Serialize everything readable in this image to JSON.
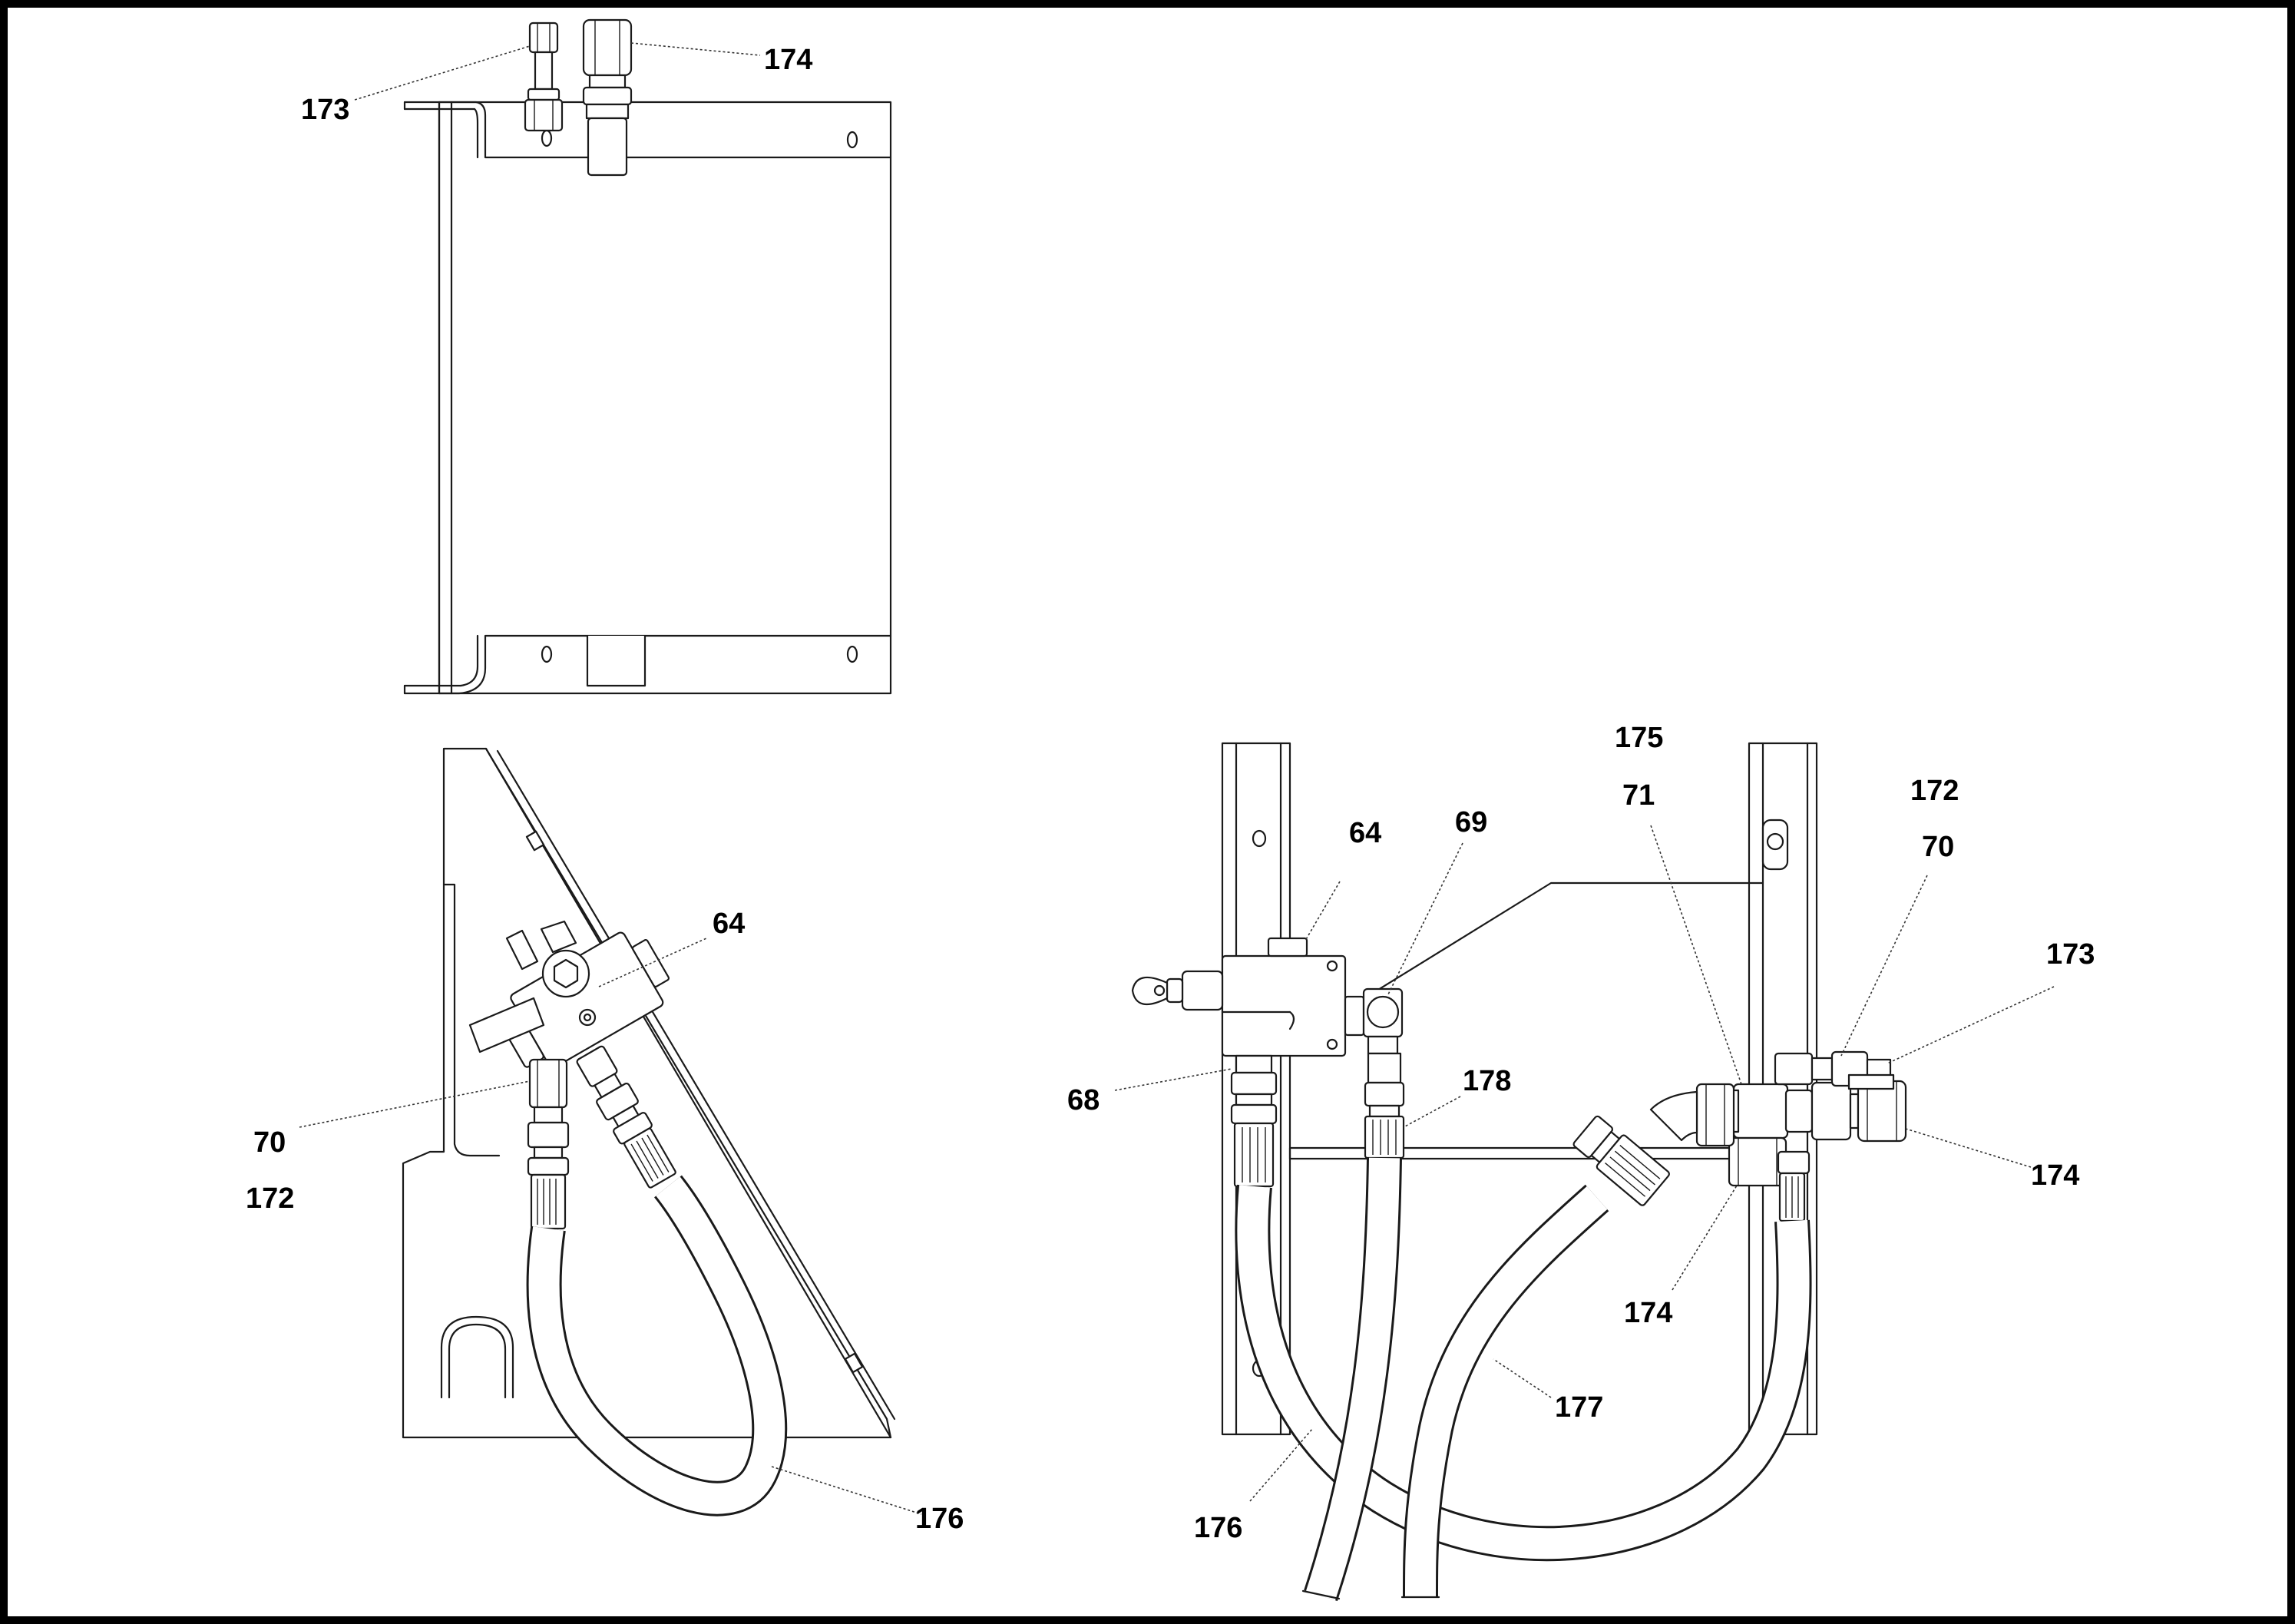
{
  "diagram": {
    "views": [
      {
        "id": "top-view",
        "callouts": [
          {
            "id": "tv-173",
            "label": "173"
          },
          {
            "id": "tv-174",
            "label": "174"
          }
        ]
      },
      {
        "id": "side-view",
        "callouts": [
          {
            "id": "sv-64",
            "label": "64"
          },
          {
            "id": "sv-70",
            "label": "70"
          },
          {
            "id": "sv-172",
            "label": "172"
          },
          {
            "id": "sv-176",
            "label": "176"
          }
        ]
      },
      {
        "id": "front-view",
        "callouts": [
          {
            "id": "fv-175",
            "label": "175"
          },
          {
            "id": "fv-71",
            "label": "71"
          },
          {
            "id": "fv-172",
            "label": "172"
          },
          {
            "id": "fv-70",
            "label": "70"
          },
          {
            "id": "fv-64",
            "label": "64"
          },
          {
            "id": "fv-69",
            "label": "69"
          },
          {
            "id": "fv-173",
            "label": "173"
          },
          {
            "id": "fv-178",
            "label": "178"
          },
          {
            "id": "fv-68",
            "label": "68"
          },
          {
            "id": "fv-174a",
            "label": "174"
          },
          {
            "id": "fv-174b",
            "label": "174"
          },
          {
            "id": "fv-177",
            "label": "177"
          },
          {
            "id": "fv-176",
            "label": "176"
          }
        ]
      }
    ]
  }
}
